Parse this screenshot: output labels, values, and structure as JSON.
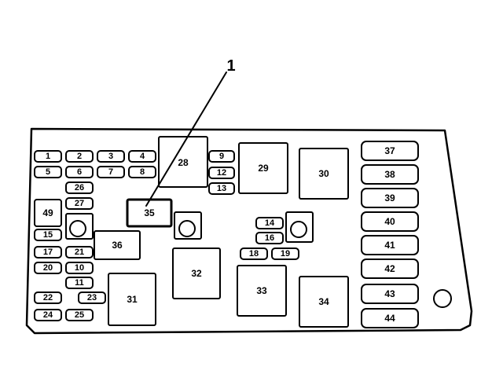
{
  "callout": {
    "label": "1"
  },
  "fuses": {
    "f1": "1",
    "f2": "2",
    "f3": "3",
    "f4": "4",
    "f5": "5",
    "f6": "6",
    "f7": "7",
    "f8": "8",
    "f9": "9",
    "f10": "10",
    "f11": "11",
    "f12": "12",
    "f13": "13",
    "f14": "14",
    "f15": "15",
    "f16": "16",
    "f17": "17",
    "f18": "18",
    "f19": "19",
    "f20": "20",
    "f21": "21",
    "f22": "22",
    "f23": "23",
    "f24": "24",
    "f25": "25",
    "f26": "26",
    "f27": "27"
  },
  "relays": {
    "r28": "28",
    "r29": "29",
    "r30": "30",
    "r31": "31",
    "r32": "32",
    "r33": "33",
    "r34": "34",
    "r35": "35",
    "r36": "36"
  },
  "maxi_fuses": {
    "m37": "37",
    "m38": "38",
    "m39": "39",
    "m40": "40",
    "m41": "41",
    "m42": "42",
    "m43": "43",
    "m44": "44"
  },
  "other": {
    "c49": "49"
  }
}
